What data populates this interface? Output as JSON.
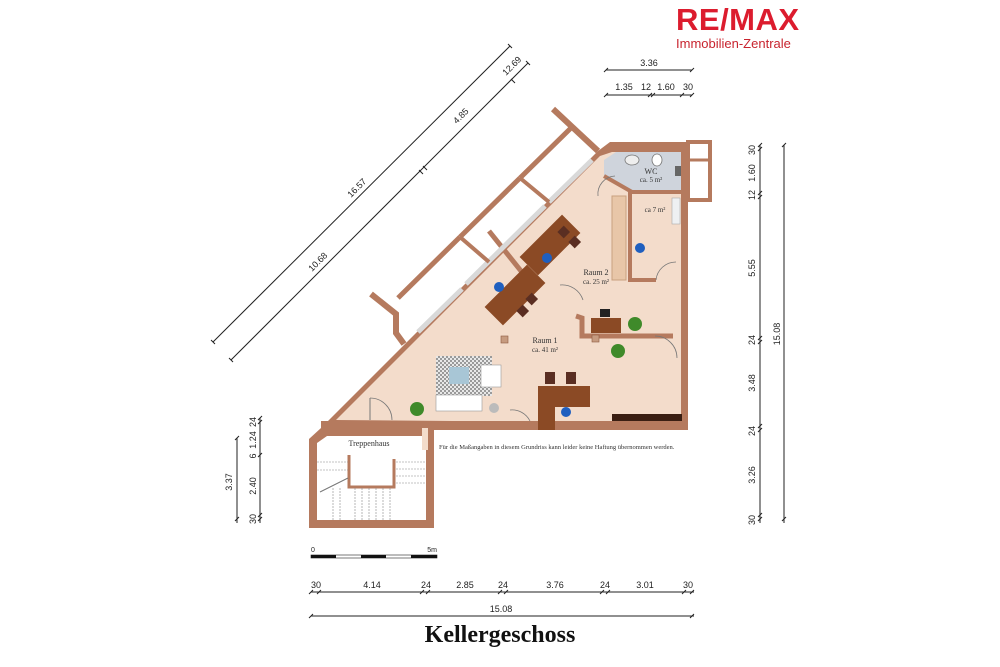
{
  "logo": {
    "brand": "RE/MAX",
    "subtitle": "Immobilien-Zentrale",
    "color": "#dc1c2e"
  },
  "title": "Kellergeschoss",
  "rooms": [
    {
      "name": "WC",
      "area": "ca. 5 m²"
    },
    {
      "name": "",
      "area": "ca 7 m²"
    },
    {
      "name": "Raum 2",
      "area": "ca. 25 m²"
    },
    {
      "name": "Raum 1",
      "area": "ca. 41 m²"
    },
    {
      "name": "Treppenhaus",
      "area": ""
    }
  ],
  "disclaimer": "Für die Maßangaben in diesem Grundriss kann leider keine Haftung übernommen werden.",
  "scale_bar": {
    "start": "0",
    "end": "5m"
  },
  "dimensions": {
    "top": {
      "total": "3.36",
      "segments": [
        "1.35",
        "12",
        "1.60",
        "30"
      ]
    },
    "diagonal": {
      "total": "16.57",
      "segments": [
        "10.68",
        "4.85",
        "12.69"
      ]
    },
    "right": {
      "total": "15.08",
      "segments": [
        "30",
        "1.60",
        "12",
        "5.55",
        "24",
        "3.48",
        "24",
        "3.26",
        "30"
      ]
    },
    "left": {
      "total": "3.37",
      "segments": [
        "24",
        "1.24",
        "6",
        "2.40",
        "30"
      ]
    },
    "bottom": {
      "total": "15.08",
      "segments": [
        "30",
        "4.14",
        "24",
        "2.85",
        "24",
        "3.76",
        "24",
        "3.01",
        "30"
      ]
    }
  },
  "colors": {
    "wall": "#b57a5e",
    "wall_dark": "#8e5a42",
    "floor": "#f3dccb",
    "wc_floor": "#cfd4dc",
    "desk": "#8b4a25",
    "chair": "#1f5fbf",
    "plant": "#3f8a2a"
  }
}
